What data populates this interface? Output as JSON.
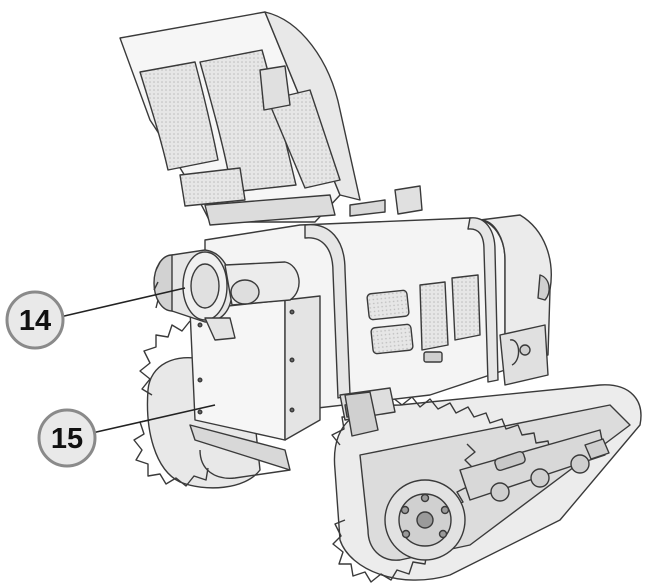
{
  "callouts": [
    {
      "number": "14",
      "part": "air-filter"
    },
    {
      "number": "15",
      "part": "side-panel"
    }
  ],
  "colors": {
    "line": "#3a3a3a",
    "body": "#f2f2f2",
    "shade": "#dcdcdc",
    "dark": "#9a9a9a",
    "mesh": "#c8c8c8",
    "callout_fill": "#e9e9e9",
    "callout_stroke": "#8a8a8a"
  }
}
